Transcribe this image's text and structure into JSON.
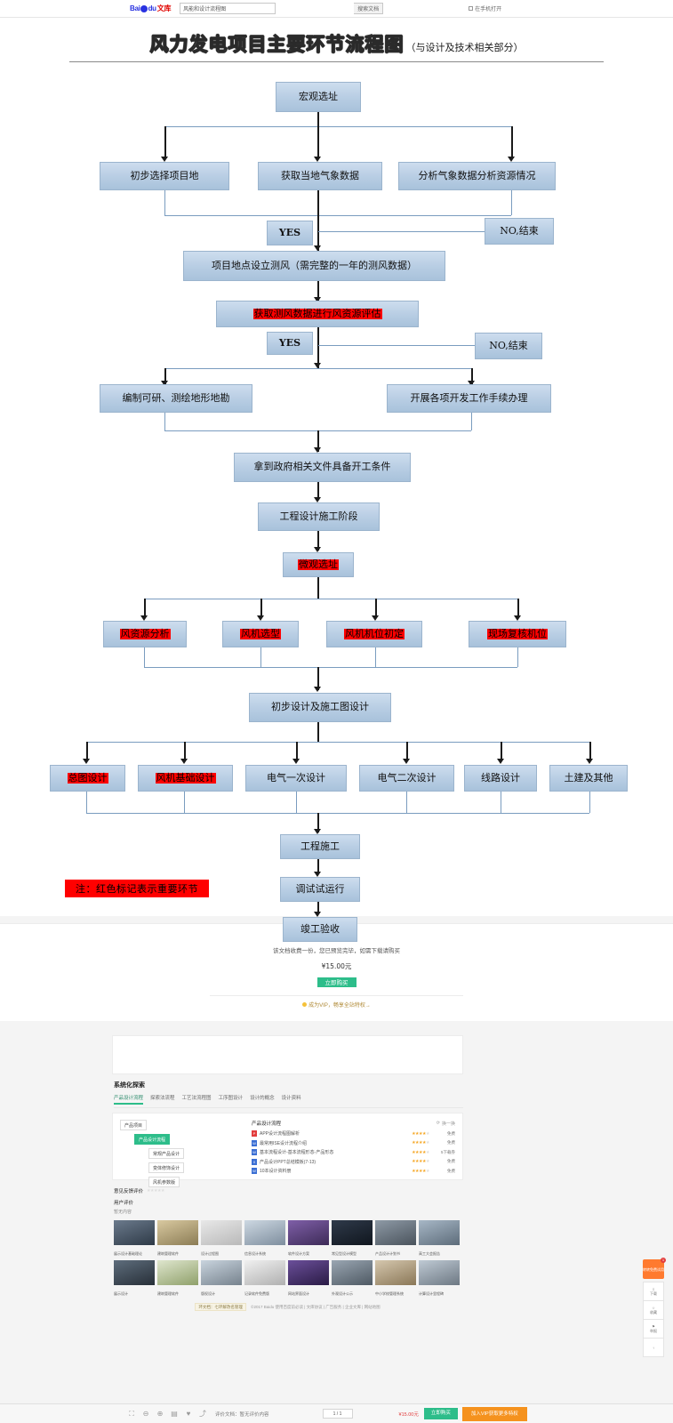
{
  "topbar": {
    "logo_text": "Bai",
    "logo_text2": "du",
    "logo_suffix": "文库",
    "search_value": "风能和设计流程图",
    "search_button": "搜索文档",
    "right_label": "在手机打开"
  },
  "document": {
    "title": "风力发电项目主要环节流程图",
    "subtitle": "（与设计及技术相关部分）",
    "note": "注：红色标记表示重要环节",
    "nodes": {
      "n1": "宏观选址",
      "n2": "初步选择项目地",
      "n3": "获取当地气象数据",
      "n4": "分析气象数据分析资源情况",
      "yes1": "YES",
      "no1": "NO,结束",
      "n5": "项目地点设立测风（需完整的一年的测风数据）",
      "n6": "获取测风数据进行风资源评估",
      "yes2": "YES",
      "no2": "NO,结束",
      "n7": "编制可研、测绘地形地勘",
      "n8": "开展各项开发工作手续办理",
      "n9": "拿到政府相关文件具备开工条件",
      "n10": "工程设计施工阶段",
      "n11": "微观选址",
      "n12": "风资源分析",
      "n13": "风机选型",
      "n14": "风机机位初定",
      "n15": "现场复核机位",
      "n16": "初步设计及施工图设计",
      "n17": "总图设计",
      "n18": "风机基础设计",
      "n19": "电气一次设计",
      "n20": "电气二次设计",
      "n21": "线路设计",
      "n22": "土建及其他",
      "n23": "工程施工",
      "n24": "调试试运行",
      "n25": "竣工验收"
    },
    "highlighted_nodes": [
      "n6",
      "n11",
      "n12",
      "n13",
      "n14",
      "n15",
      "n17",
      "n18"
    ],
    "colors": {
      "node_fill": "#b9cee4",
      "node_border": "#9bb4cd",
      "highlight": "#ff0000",
      "connector": "#7a9cbf",
      "arrow": "#1a1a1a"
    }
  },
  "buy": {
    "message": "该文档收费一份，您已预览完毕，如需下载请购买",
    "price": "¥15.00元",
    "button": "立即购买",
    "vip_text": "成为VIP，畅享全站特权→"
  },
  "recommend": {
    "heading": "系统化探索",
    "tabs": [
      {
        "label": "产品设计流程",
        "active": true
      },
      {
        "label": "探索法流程",
        "active": false
      },
      {
        "label": "工艺法流程图",
        "active": false
      },
      {
        "label": "工序图设计",
        "active": false
      },
      {
        "label": "设计的概念",
        "active": false
      },
      {
        "label": "设计资料",
        "active": false
      }
    ],
    "tree": [
      {
        "label": "产品项目",
        "level": 0,
        "green": false
      },
      {
        "label": "产品设计流程",
        "level": 1,
        "green": true
      },
      {
        "label": "常规产品设计",
        "level": 2,
        "green": false
      },
      {
        "label": "变体修饰设计",
        "level": 2,
        "green": false
      },
      {
        "label": "风机参数版",
        "level": 2,
        "green": false
      }
    ],
    "list_title": "产品设计流程",
    "refresh_label": "换一换",
    "items": [
      {
        "type": "pdf",
        "name": "APP设计流程图解析",
        "stars": 4,
        "price": "免费"
      },
      {
        "type": "doc",
        "name": "最常用ISE设计流程介绍",
        "stars": 4,
        "price": "免费"
      },
      {
        "type": "doc",
        "name": "基本流程设计-基本流程形态-产品形态",
        "stars": 4,
        "price": "5下载券"
      },
      {
        "type": "doc",
        "name": "产品设计PPT总结模板(7-13)",
        "stars": 4,
        "price": "免费"
      },
      {
        "type": "doc",
        "name": "10本设计资料册",
        "stars": 4,
        "price": "免费"
      }
    ],
    "eval_heading": "意见反馈评价",
    "user_eval": "用户评价",
    "no_content": "暂无内容",
    "thumbs": [
      {
        "caption": "展示设计基础理论"
      },
      {
        "caption": "建筑管理软件"
      },
      {
        "caption": "设计过程图"
      },
      {
        "caption": "信息设计系统"
      },
      {
        "caption": "软件设计方案"
      },
      {
        "caption": "常见型设计模型"
      },
      {
        "caption": "产品设计计划书"
      },
      {
        "caption": "高工大会报告"
      },
      {
        "caption": "展示设计"
      },
      {
        "caption": "建筑管理软件"
      },
      {
        "caption": "版权设计"
      },
      {
        "caption": "记录软件免费版"
      },
      {
        "caption": "网站界面设计"
      },
      {
        "caption": "外观设计公示"
      },
      {
        "caption": "中小学校管理系统"
      },
      {
        "caption": "计算设计里程碑"
      }
    ],
    "footer_tag": "环文档：七环解改名管理",
    "footer_links": "©2017 Baidu 使用百度前必读 | 文库协议 | 广告服务 | 企业文库 | 网站地图"
  },
  "float_widget": {
    "main": "转转免费试用",
    "badge": "1",
    "items": [
      {
        "label": "下载"
      },
      {
        "label": "收藏"
      },
      {
        "label": "举报"
      },
      {
        "label": "↑"
      }
    ]
  },
  "bottombar": {
    "share_label": "评价文档：暂无评价内容",
    "page_value": "1 / 1",
    "price": "¥15.00元",
    "buy_button": "立即购买",
    "vip_button": "加入VIP获取更多特权"
  }
}
